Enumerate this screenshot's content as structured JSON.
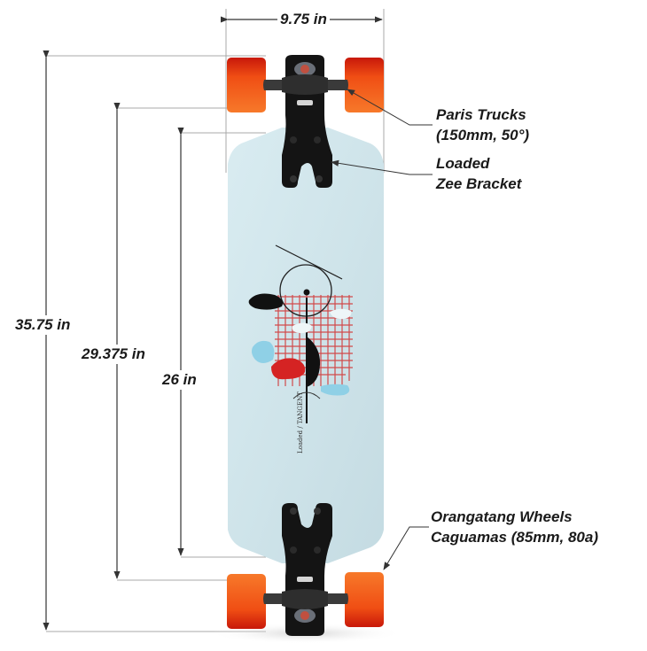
{
  "dimensions": {
    "width": {
      "label": "9.75 in"
    },
    "overall_length": {
      "label": "35.75 in"
    },
    "wheelbase": {
      "label": "29.375 in"
    },
    "deck_length": {
      "label": "26 in"
    }
  },
  "callouts": [
    {
      "line1": "Paris Trucks",
      "line2": "(150mm, 50°)"
    },
    {
      "line1": "Loaded",
      "line2": "Zee Bracket"
    },
    {
      "line1": "Orangatang Wheels",
      "line2": "Caguamas (85mm, 80a)"
    }
  ],
  "deck": {
    "graphic_text": "Loaded / TANGENT"
  },
  "colors": {
    "deck": "#cfe4ea",
    "wheel": "#f26a1f",
    "wheel_dark": "#d8230f",
    "truck": "#2b2b2b",
    "bracket": "#111111",
    "dimension_line": "#9a9a9a",
    "arrow": "#333333",
    "art_red": "#d42a2a",
    "art_blue": "#8fd0e6"
  }
}
